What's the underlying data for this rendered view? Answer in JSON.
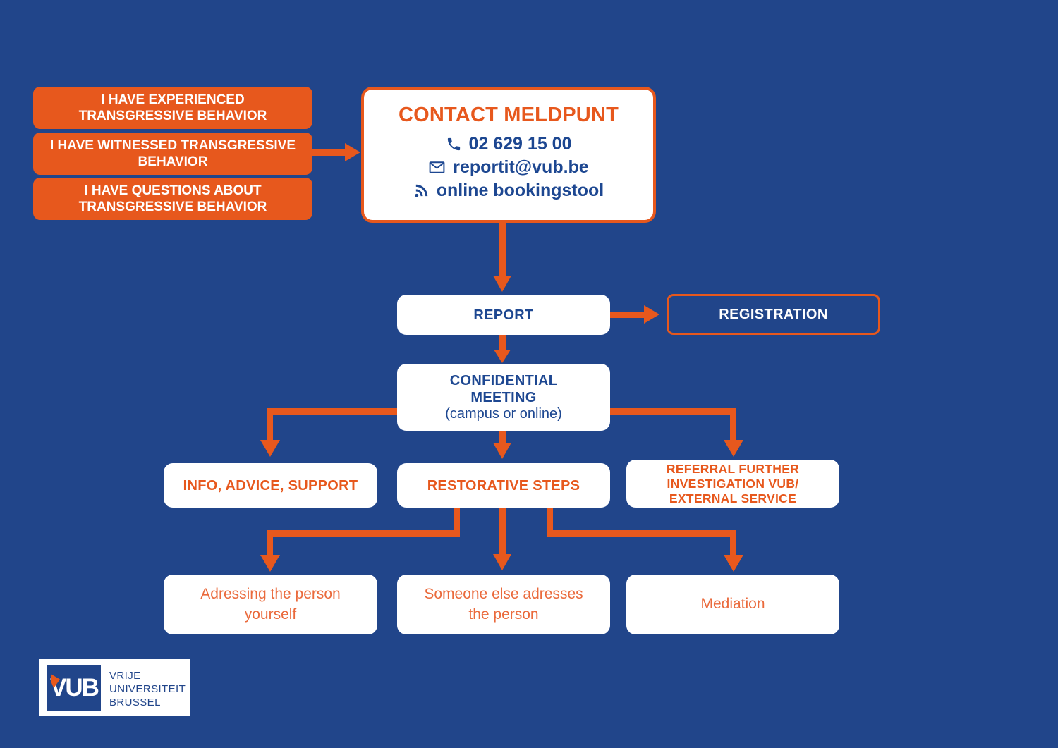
{
  "colors": {
    "background": "#21458A",
    "orange": "#E7581D",
    "orangeLight": "#EA6A3C",
    "navy": "#1D4791",
    "white": "#FFFFFF"
  },
  "options": [
    {
      "line1": "I HAVE EXPERIENCED",
      "line2": "TRANSGRESSIVE BEHAVIOR"
    },
    {
      "line1": "I HAVE WITNESSED TRANSGRESSIVE",
      "line2": "BEHAVIOR"
    },
    {
      "line1": "I HAVE QUESTIONS ABOUT",
      "line2": "TRANSGRESSIVE BEHAVIOR"
    }
  ],
  "contact": {
    "title": "CONTACT MELDPUNT",
    "phone": "02 629 15 00",
    "email": "reportit@vub.be",
    "booking": "online bookingstool"
  },
  "flow": {
    "report": "REPORT",
    "registration": "REGISTRATION",
    "confidential_line1": "CONFIDENTIAL",
    "confidential_line2": "MEETING",
    "confidential_sub": "(campus or online)",
    "info": "INFO, ADVICE, SUPPORT",
    "restorative": "RESTORATIVE STEPS",
    "referral_line1": "REFERRAL FURTHER",
    "referral_line2": "INVESTIGATION VUB/",
    "referral_line3": "EXTERNAL SERVICE",
    "addressing_line1": "Adressing the person",
    "addressing_line2": "yourself",
    "someone_line1": "Someone else adresses",
    "someone_line2": "the person",
    "mediation": "Mediation"
  },
  "brand": {
    "acronym": "VUB",
    "name_line1": "VRIJE",
    "name_line2": "UNIVERSITEIT",
    "name_line3": "BRUSSEL"
  }
}
